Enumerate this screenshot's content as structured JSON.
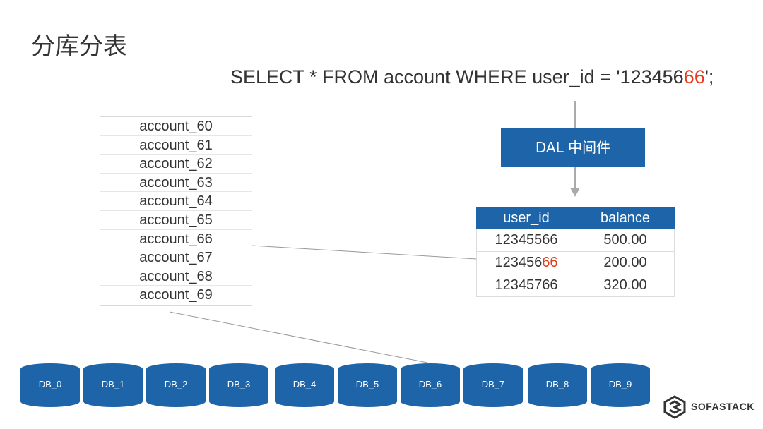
{
  "title": "分库分表",
  "sql": {
    "prefix": "SELECT * FROM account WHERE user_id = '123456",
    "highlight": "66",
    "suffix": "';"
  },
  "tables": [
    "account_60",
    "account_61",
    "account_62",
    "account_63",
    "account_64",
    "account_65",
    "account_66",
    "account_67",
    "account_68",
    "account_69"
  ],
  "dal_label": "DAL 中间件",
  "result": {
    "headers": [
      "user_id",
      "balance"
    ],
    "rows": [
      {
        "user_id_prefix": "12345566",
        "user_id_highlight": "",
        "balance": "500.00"
      },
      {
        "user_id_prefix": "123456",
        "user_id_highlight": "66",
        "balance": "200.00"
      },
      {
        "user_id_prefix": "12345766",
        "user_id_highlight": "",
        "balance": "320.00"
      }
    ]
  },
  "databases": [
    "DB_0",
    "DB_1",
    "DB_2",
    "DB_3",
    "DB_4",
    "DB_5",
    "DB_6",
    "DB_7",
    "DB_8",
    "DB_9"
  ],
  "logo_text": "SOFASTACK",
  "colors": {
    "accent": "#1e64a8",
    "highlight": "#e33b1c"
  }
}
